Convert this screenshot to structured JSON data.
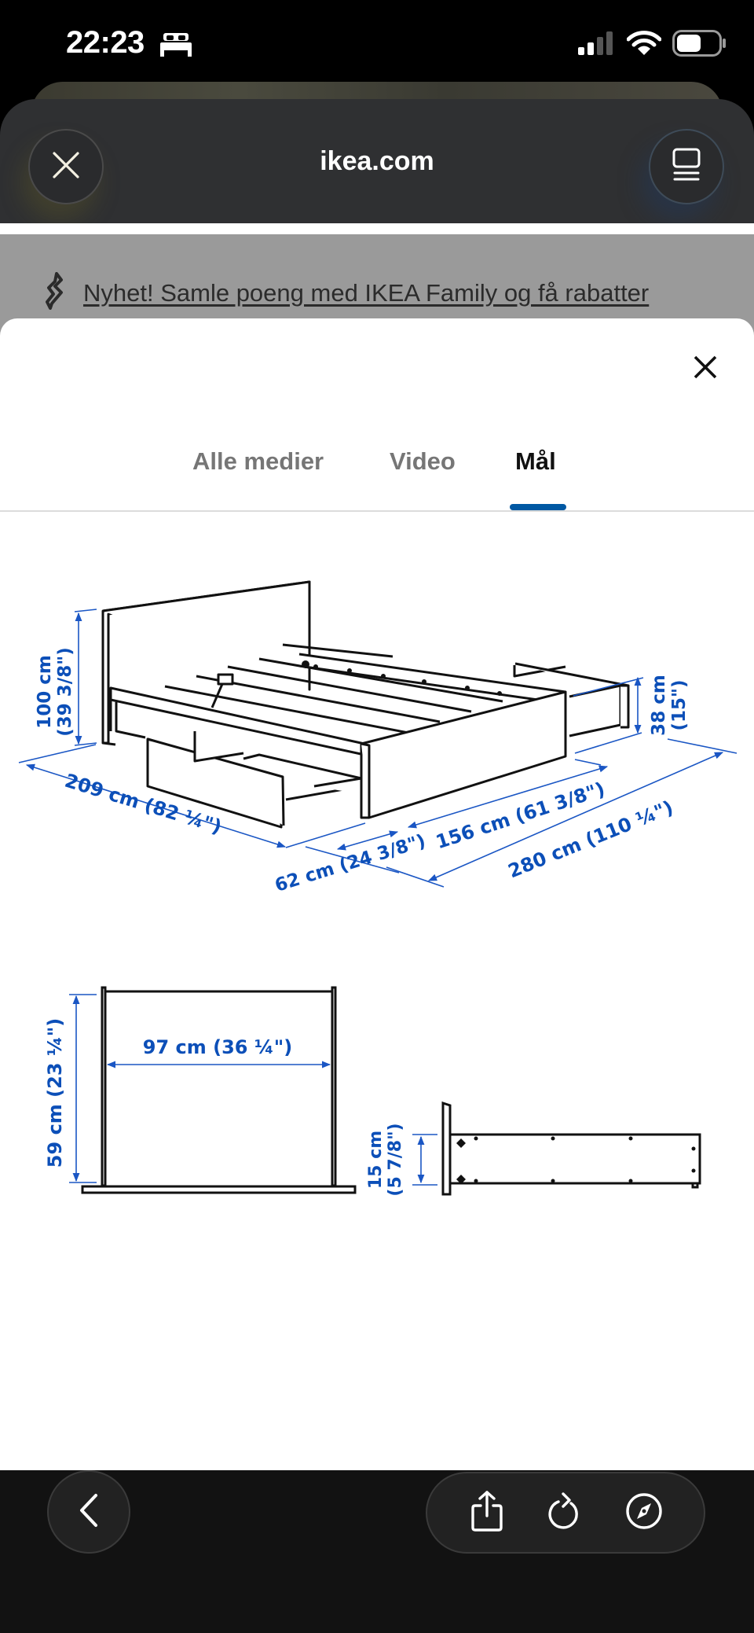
{
  "status_bar": {
    "time": "22:23",
    "focus_icon": "bed-icon",
    "signal_bars": 2,
    "wifi": true,
    "battery_level": "low"
  },
  "browser": {
    "url": "ikea.com",
    "close_icon": "close-icon",
    "tabs_icon": "tabs-overview-icon"
  },
  "promo": {
    "icon": "ikea-family-icon",
    "text": "Nyhet! Samle poeng med IKEA Family og få rabatter"
  },
  "media_sheet": {
    "close_icon": "close-icon",
    "tabs": [
      {
        "label": "Alle medier",
        "active": false
      },
      {
        "label": "Video",
        "active": false
      },
      {
        "label": "Mål",
        "active": true
      }
    ],
    "accent_color": "#0058a3"
  },
  "dimensions": {
    "bed": {
      "headboard_height": "100 cm",
      "headboard_height_in": "(39 3/8\")",
      "length": "209 cm (82 ¼\")",
      "drawer_depth": "62 cm (24 3/8\")",
      "width": "156 cm (61 3/8\")",
      "total_width_drawers_open": "280 cm (110 ¼\")",
      "frame_height": "38 cm",
      "frame_height_in": "(15\")"
    },
    "drawer": {
      "width": "97 cm (36 ¼\")",
      "depth": "59 cm (23 ¼\")",
      "height": "15 cm",
      "height_in": "(5 7/8\")"
    },
    "label_color": "#0c4fb8"
  },
  "toolbar": {
    "back_icon": "back-chevron-icon",
    "share_icon": "share-icon",
    "reload_icon": "reload-icon",
    "safari_icon": "compass-icon"
  }
}
